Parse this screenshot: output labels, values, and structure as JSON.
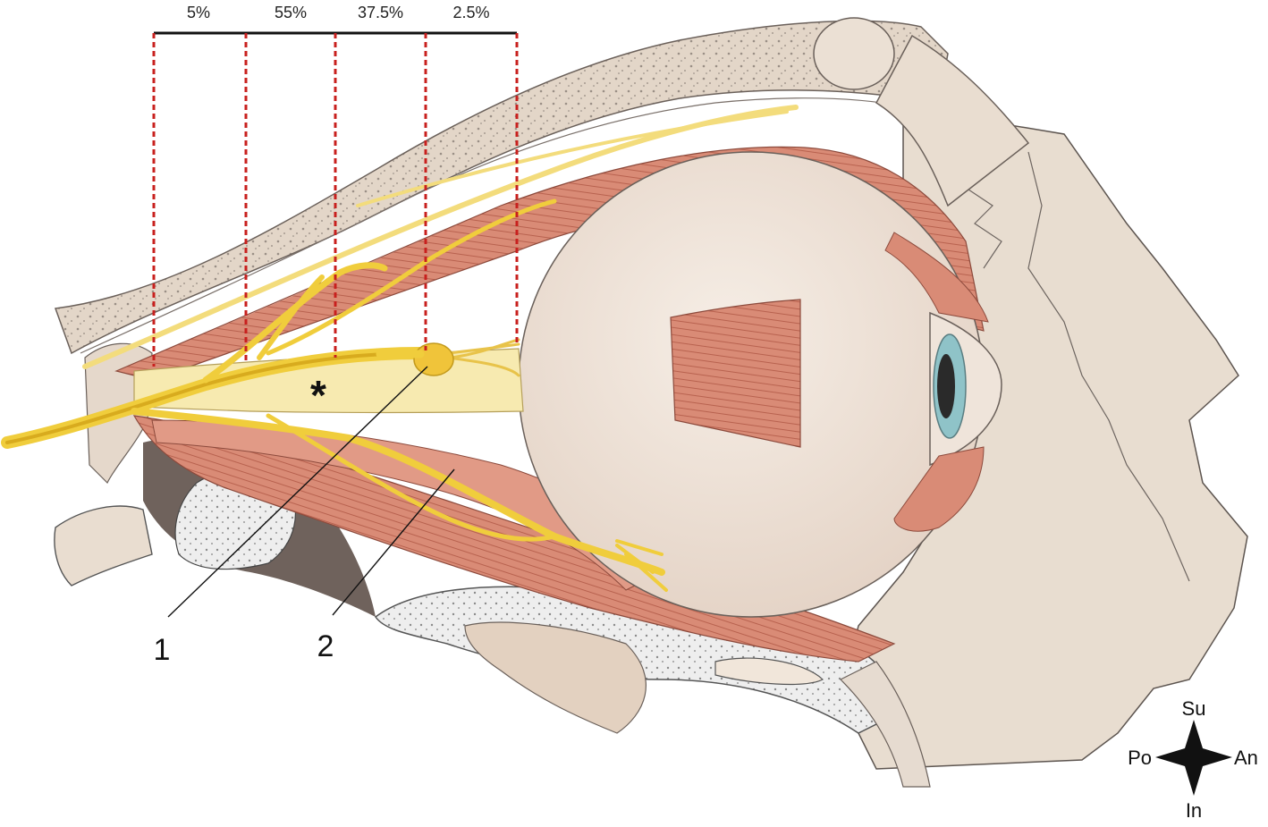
{
  "diagram": {
    "segments": [
      {
        "label": "5%"
      },
      {
        "label": "55%"
      },
      {
        "label": "37.5%"
      },
      {
        "label": "2.5%"
      }
    ],
    "callouts": [
      "1",
      "2"
    ],
    "marker": "*",
    "compass": {
      "up": "Su",
      "down": "In",
      "left": "Po",
      "right": "An"
    },
    "colors": {
      "bone": "#e6d6c6",
      "bone_dark": "#d2bea9",
      "muscle": "#d98b76",
      "nerve": "#f0cd3c",
      "optic_nerve": "#f7eab0",
      "globe": "#efe3d8",
      "guide_line": "#c8201e",
      "iris": "#8fc3c8"
    }
  }
}
